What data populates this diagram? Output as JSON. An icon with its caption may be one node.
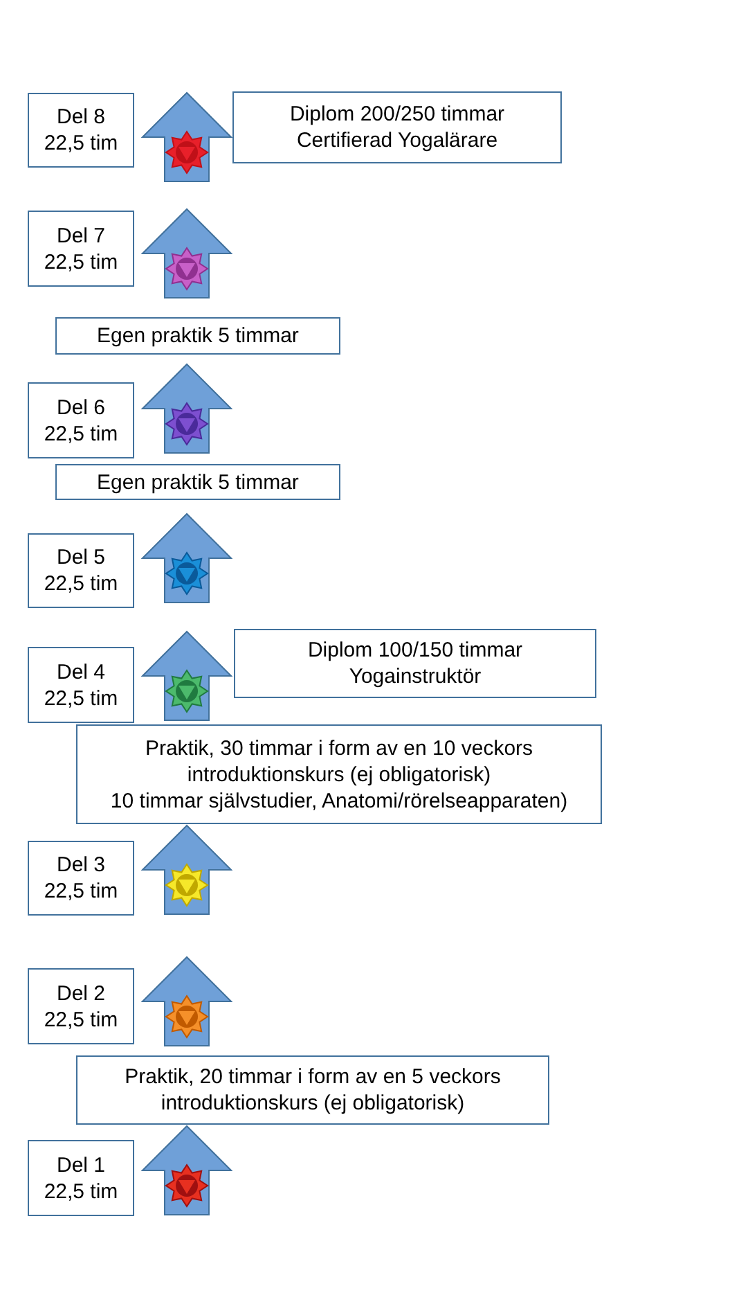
{
  "diagram": {
    "nodes": [
      {
        "text": [
          "Del 8",
          "22,5 tim"
        ]
      },
      {
        "text": [],
        "shape": "arrow"
      },
      {
        "text": [
          "Diplom 200/250 timmar",
          "Certifierad Yogalärare"
        ]
      },
      {
        "text": [
          "Del 7",
          "22,5 tim"
        ]
      },
      {
        "text": [],
        "shape": "arrow"
      },
      {
        "text": [
          "Egen praktik 5 timmar"
        ]
      },
      {
        "text": [
          "Del 6",
          "22,5 tim"
        ]
      },
      {
        "text": [],
        "shape": "arrow"
      },
      {
        "text": [
          "Egen praktik 5 timmar"
        ]
      },
      {
        "text": [
          "Del 5",
          "22,5 tim"
        ]
      },
      {
        "text": [],
        "shape": "arrow"
      },
      {
        "text": [
          "Del 4",
          "22,5 tim"
        ]
      },
      {
        "text": [],
        "shape": "arrow"
      },
      {
        "text": [
          "Diplom 100/150 timmar",
          "Yogainstruktör"
        ]
      },
      {
        "text": [
          "Praktik, 30 timmar i form av en 10 veckors introduktionskurs (ej obligatorisk)",
          "10 timmar självstudier, Anatomi/rörelseapparaten)"
        ]
      },
      {
        "text": [
          "Del 3",
          "22,5 tim"
        ]
      },
      {
        "text": [],
        "shape": "arrow"
      },
      {
        "text": [
          "Del 2",
          "22,5 tim"
        ]
      },
      {
        "text": [],
        "shape": "arrow"
      },
      {
        "text": [
          "Praktik, 20 timmar i form av en 5 veckors introduktionskurs (ej obligatorisk)"
        ]
      },
      {
        "text": [
          "Del 1",
          "22,5 tim"
        ]
      },
      {
        "text": [],
        "shape": "arrow"
      }
    ]
  }
}
